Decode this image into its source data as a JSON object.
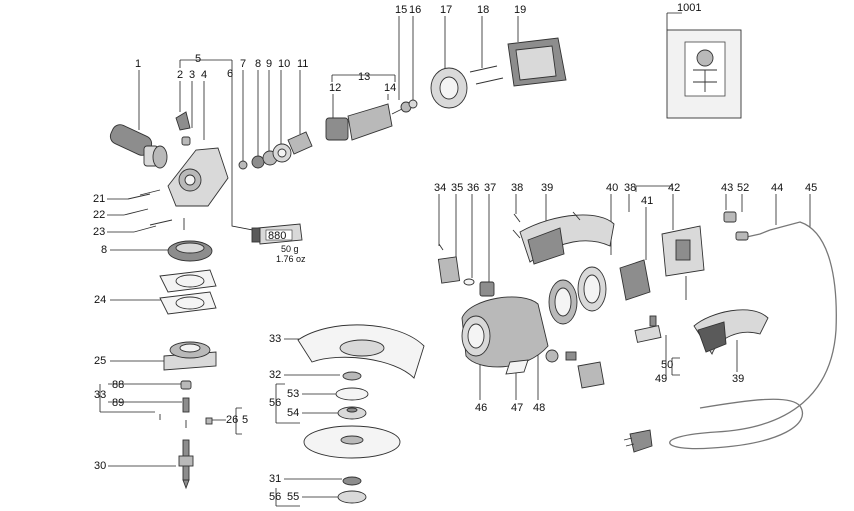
{
  "labels": {
    "l1": "1",
    "l2": "2",
    "l3": "3",
    "l4": "4",
    "l5": "5",
    "l6": "6",
    "l7": "7",
    "l8": "8",
    "l9": "9",
    "l10": "10",
    "l11": "11",
    "l12": "12",
    "l13": "13",
    "l14": "14",
    "l15": "15",
    "l16": "16",
    "l17": "17",
    "l18": "18",
    "l19": "19",
    "l1001": "1001",
    "l21": "21",
    "l22": "22",
    "l23": "23",
    "l8b": "8",
    "l24": "24",
    "l25": "25",
    "l33a": "33",
    "l88": "88",
    "l89": "89",
    "l26": "26",
    "l5b": "5",
    "l30": "30",
    "l33b": "33",
    "l32": "32",
    "l53": "53",
    "l56a": "56",
    "l54": "54",
    "l31": "31",
    "l56b": "56",
    "l55": "55",
    "l34": "34",
    "l35": "35",
    "l36": "36",
    "l37": "37",
    "l38a": "38",
    "l39a": "39",
    "l40": "40",
    "l38b": "38",
    "l41": "41",
    "l42": "42",
    "l43": "43",
    "l52": "52",
    "l44": "44",
    "l45": "45",
    "l46": "46",
    "l47": "47",
    "l48": "48",
    "l50": "50",
    "l49": "49",
    "l39b": "39"
  },
  "grease": {
    "number": "880",
    "weight_g": "50 g",
    "weight_oz": "1.76 oz"
  }
}
